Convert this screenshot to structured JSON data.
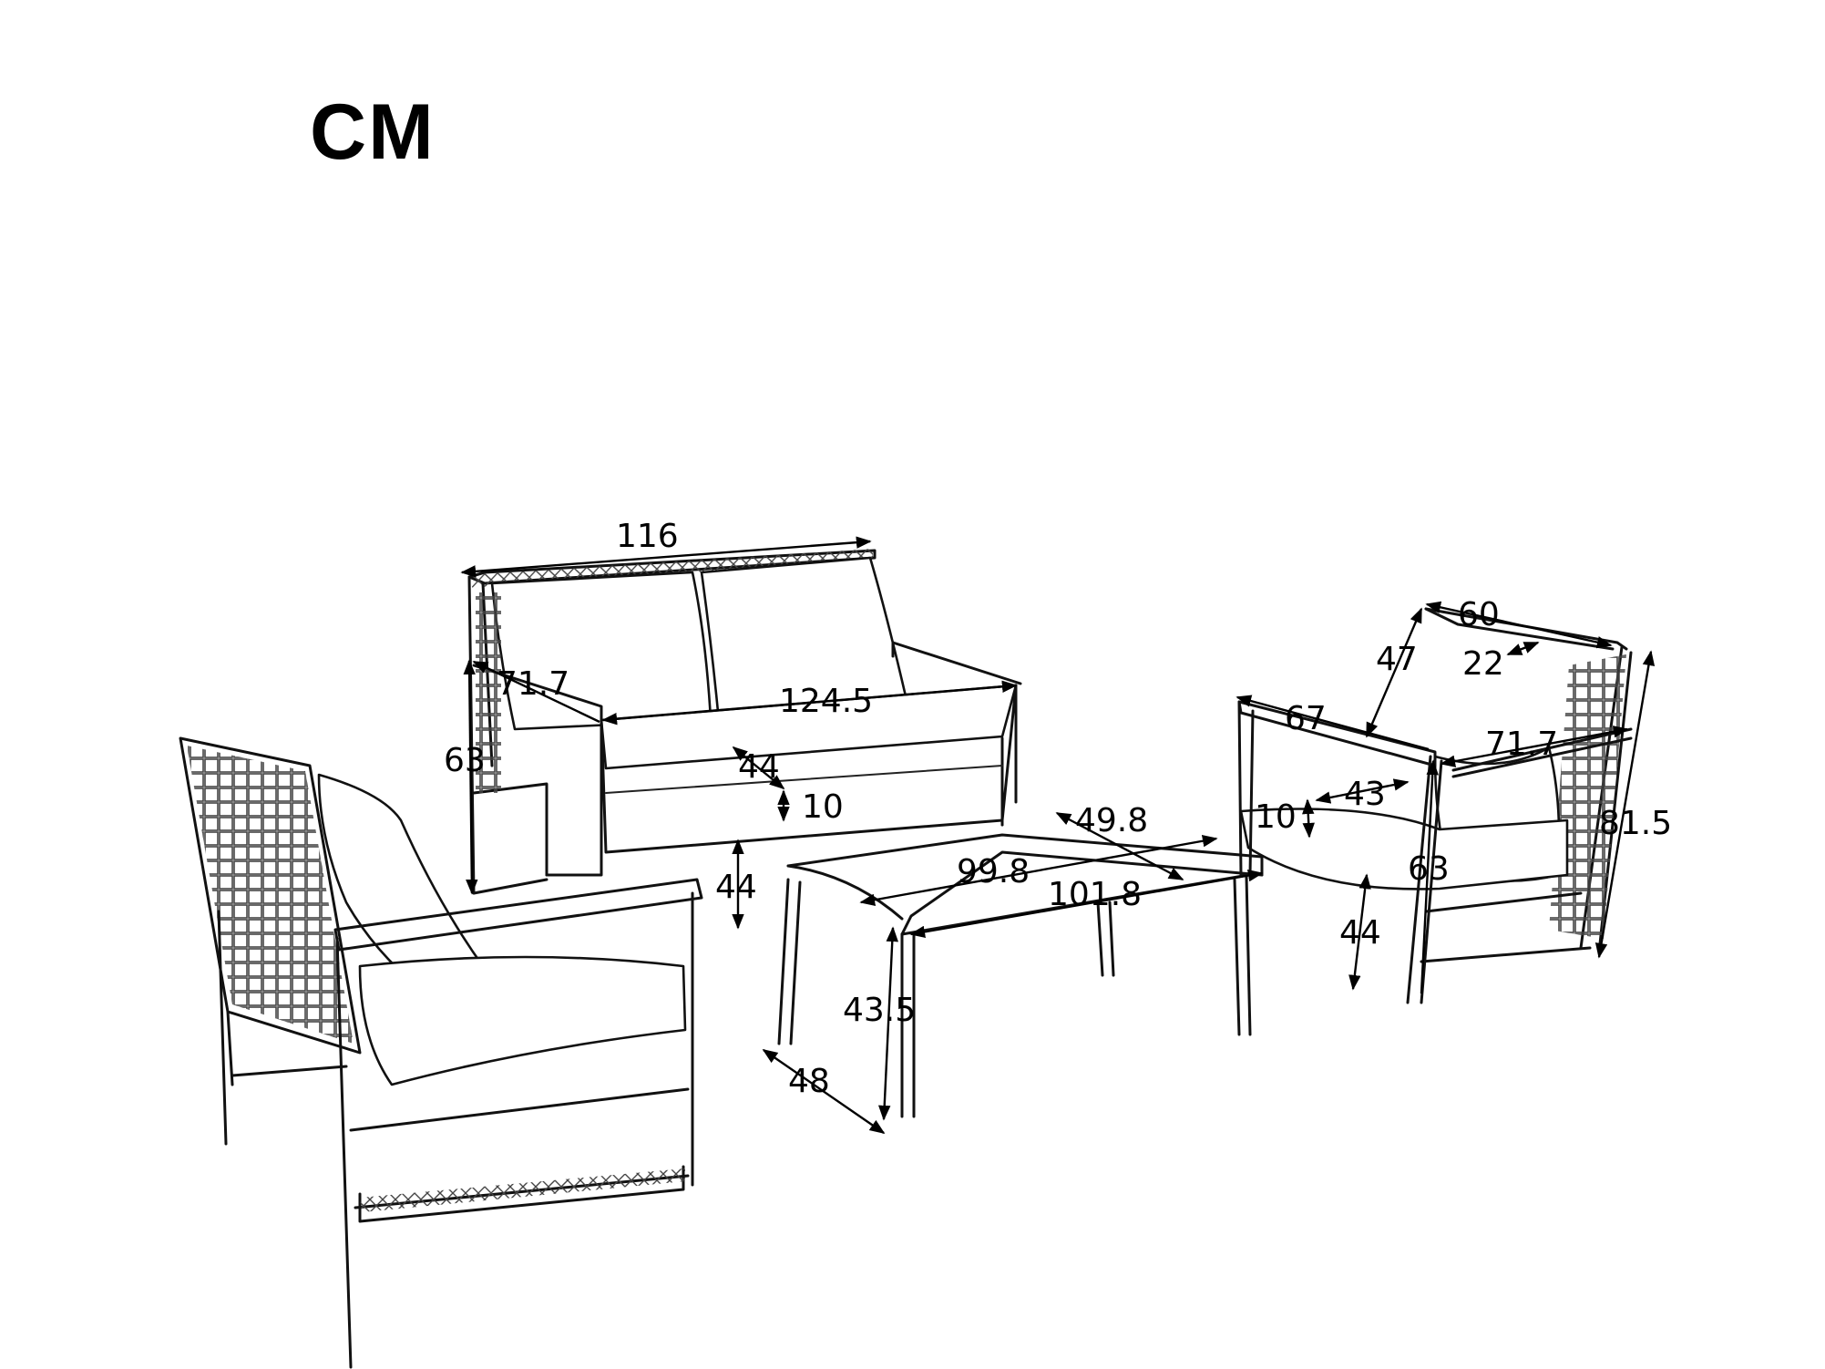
{
  "title": "CM",
  "dimensions": {
    "sofa_width_top": "116",
    "sofa_arm_depth": "71.7",
    "sofa_arm_height": "63",
    "sofa_seat_width": "124.5",
    "sofa_seat_depth": "44",
    "sofa_cushion_thickness": "10",
    "sofa_seat_height": "44",
    "table_top_depth": "49.8",
    "table_inner_length": "99.8",
    "table_length": "101.8",
    "table_height": "43.5",
    "table_depth": "48",
    "chair_back_width": "60",
    "chair_back_height": "47",
    "chair_pillow_width": "22",
    "chair_arm_length": "67",
    "chair_arm_depth": "71.7",
    "chair_seat_depth": "43",
    "chair_cushion_thickness": "10",
    "chair_arm_height": "63",
    "chair_seat_height": "44",
    "chair_total_height": "81.5"
  }
}
